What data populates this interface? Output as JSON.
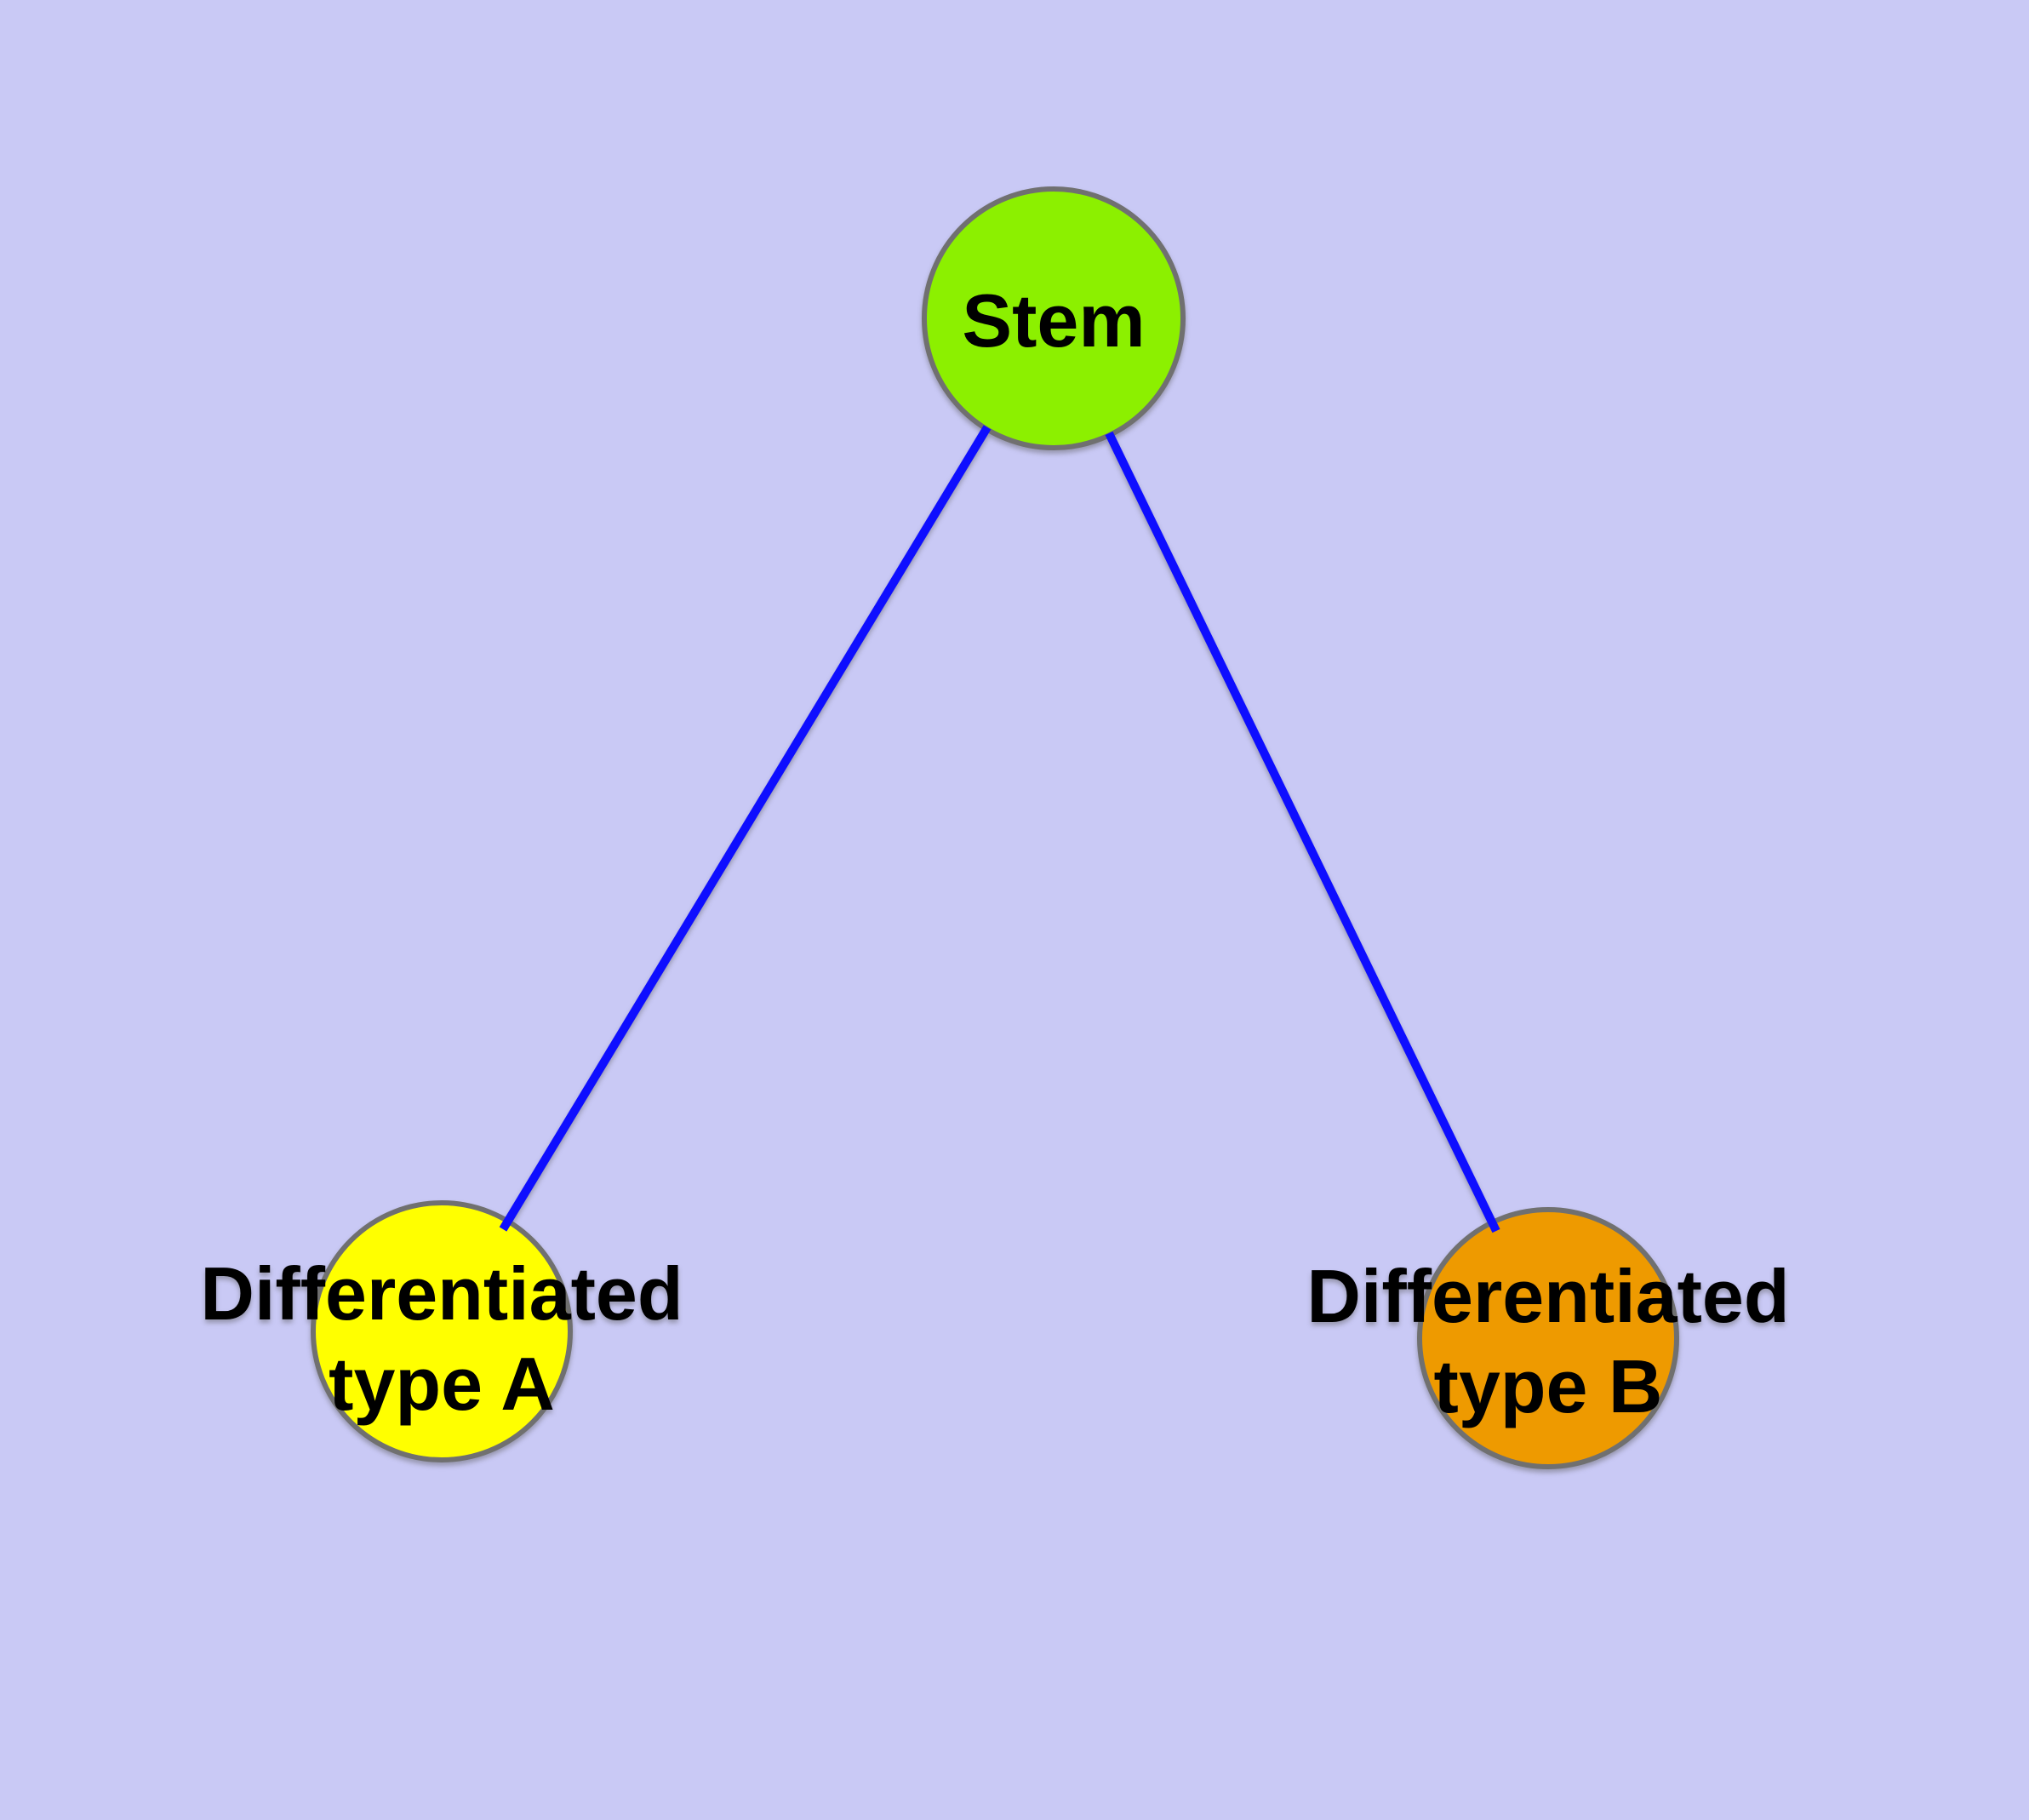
{
  "diagram": {
    "background_color": "#C9C9F5",
    "edge_color": "#0E0EFF",
    "node_border_color": "#707070",
    "text_color": "#000000",
    "nodes": [
      {
        "id": "stem",
        "label": "Stem",
        "lines": [
          "Stem"
        ],
        "fill": "#8CF000"
      },
      {
        "id": "differentiated-type-a",
        "label": "Differentiated type A",
        "lines": [
          "Differentiated",
          "type A"
        ],
        "fill": "#FFFF00"
      },
      {
        "id": "differentiated-type-b",
        "label": "Differentiated type B",
        "lines": [
          "Differentiated",
          "type B"
        ],
        "fill": "#EE9A00"
      }
    ],
    "edges": [
      {
        "from": "Stem",
        "to": "Differentiated type A"
      },
      {
        "from": "Stem",
        "to": "Differentiated type B"
      }
    ]
  }
}
